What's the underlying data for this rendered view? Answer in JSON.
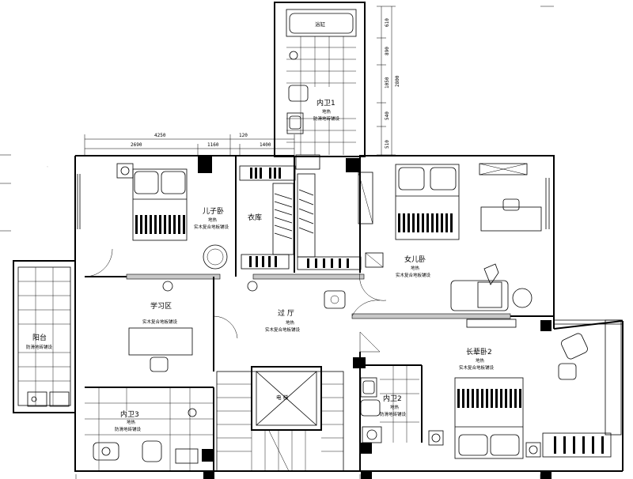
{
  "rooms": {
    "son_bedroom": {
      "name": "儿子卧",
      "heating": "地热",
      "floor": "实木复合地板铺设"
    },
    "closet": {
      "name": "衣库"
    },
    "daughter_bedroom": {
      "name": "女儿卧",
      "heating": "地热",
      "floor": "实木复合地板铺设"
    },
    "bath1": {
      "name": "内卫1",
      "heating": "地热",
      "floor": "防滑地砖铺设"
    },
    "bathtub": {
      "name": "浴缸"
    },
    "study": {
      "name": "学习区",
      "floor": "实木复合地板铺设"
    },
    "balcony": {
      "name": "阳台",
      "floor": "防滑地砖铺设"
    },
    "hall": {
      "name": "过 厅",
      "heating": "地热",
      "floor": "实木复合地板铺设"
    },
    "master": {
      "name": "长辈卧2",
      "heating": "地热",
      "floor": "实木复合地板铺设"
    },
    "bath2": {
      "name": "内卫2",
      "heating": "地热",
      "floor": "防滑地砖铺设"
    },
    "bath3": {
      "name": "内卫3",
      "heating": "地热",
      "floor": "防滑地砖铺设"
    },
    "elevator": {
      "name": "电 梯"
    }
  },
  "dimensions": {
    "top_total": "4250",
    "top_a": "2690",
    "top_b": "1160",
    "top_c": "120",
    "top_d": "1400",
    "right_1": "610",
    "right_2": "890",
    "right_3": "1050",
    "right_4": "540",
    "right_5": "510",
    "right_total": "2800"
  }
}
